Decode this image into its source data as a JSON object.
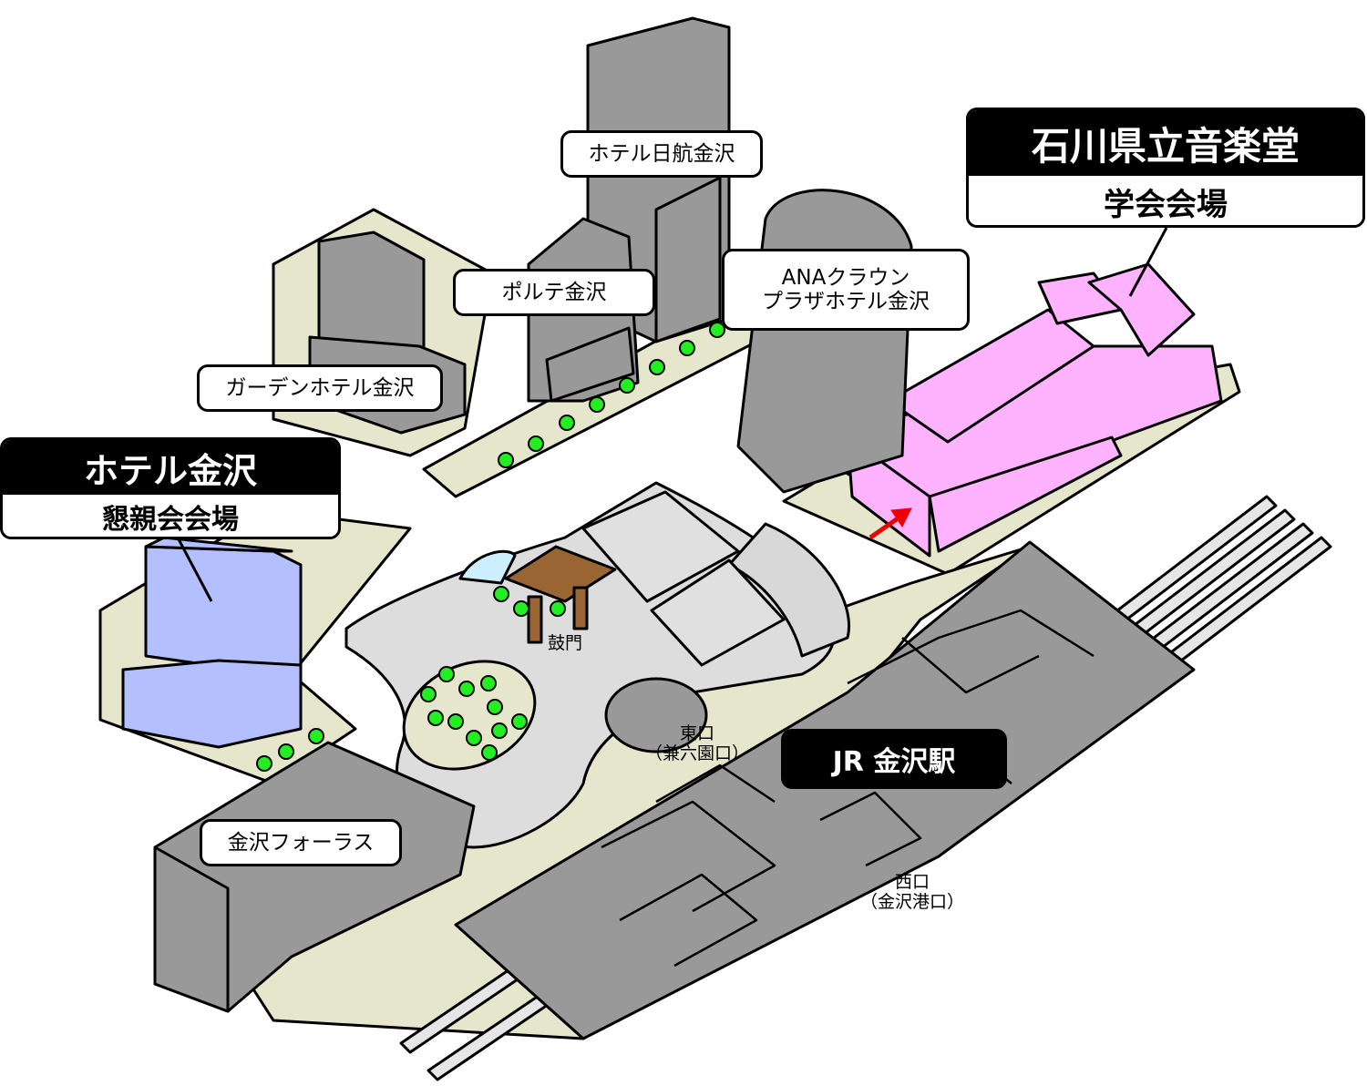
{
  "venue": {
    "title": "石川県立音楽堂",
    "subtitle": "学会会場",
    "color": "#ffb3ff"
  },
  "hotel": {
    "title": "ホテル金沢",
    "subtitle": "懇親会会場",
    "color": "#b3bfff"
  },
  "station": {
    "name": "JR 金沢駅"
  },
  "labels": {
    "nikko": "ホテル日航金沢",
    "porte": "ポルテ金沢",
    "ana_line1": "ANAクラウン",
    "ana_line2": "プラザホテル金沢",
    "garden": "ガーデンホテル金沢",
    "forus": "金沢フォーラス",
    "tsuzumimon": "鼓門",
    "east_exit": "東口",
    "east_exit_sub": "（兼六園口）",
    "west_exit": "西口",
    "west_exit_sub": "（金沢港口）"
  },
  "colors": {
    "building": "#999999",
    "ground": "#e6e6cc",
    "plaza": "#dddddd",
    "tree": "#22ee22",
    "arrow": "#ee0000",
    "gate": "#996633"
  }
}
